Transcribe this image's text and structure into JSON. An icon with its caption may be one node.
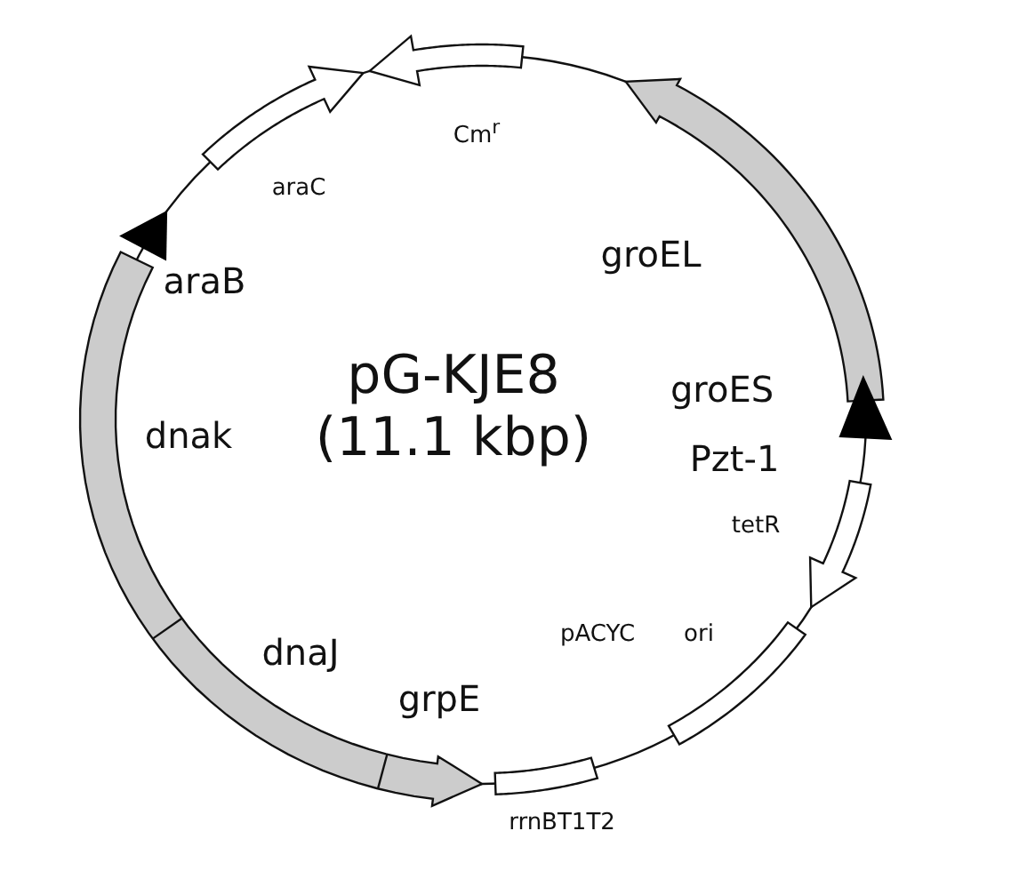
{
  "diagram": {
    "title": "pG-KJE8 (11.1 kbp)",
    "labels": [
      "Cm$^{r}$",
      "araC",
      "groEL",
      "araB",
      "groES",
      "dnak",
      "Pzt-1",
      "tetR",
      "pACYC",
      "ori",
      "dnaJ",
      "grpE",
      "rrnBT1T2"
    ]
  }
}
